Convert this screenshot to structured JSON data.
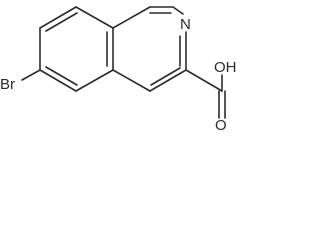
{
  "molecule": {
    "atoms": {
      "nitrogen": "N",
      "bromine": "Br",
      "hydroxyl": "OH",
      "carbonyl_oxygen": "O"
    }
  }
}
